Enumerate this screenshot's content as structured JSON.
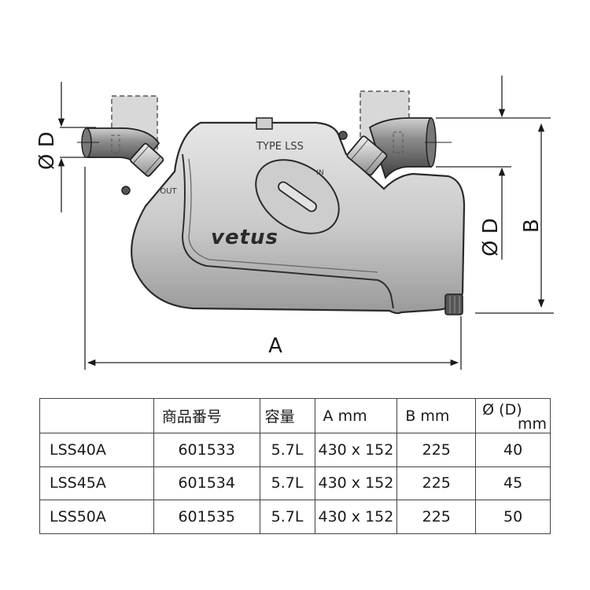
{
  "drawing": {
    "type_label": "TYPE LSS",
    "brand": "vetus",
    "port_in": "IN",
    "port_out": "OUT",
    "dim_a": "A",
    "dim_b": "B",
    "dim_d_left": "Ø D",
    "dim_d_right": "Ø D"
  },
  "table": {
    "headers": {
      "model": "",
      "part_number": "商品番号",
      "capacity": "容量",
      "a_mm": "A mm",
      "b_mm": "B mm",
      "d_line1": "Ø (D)",
      "d_line2": "mm"
    },
    "rows": [
      {
        "model": "LSS40A",
        "part_number": "601533",
        "capacity": "5.7L",
        "a_mm": "430 x 152",
        "b_mm": "225",
        "d": "40"
      },
      {
        "model": "LSS45A",
        "part_number": "601534",
        "capacity": "5.7L",
        "a_mm": "430 x 152",
        "b_mm": "225",
        "d": "45"
      },
      {
        "model": "LSS50A",
        "part_number": "601535",
        "capacity": "5.7L",
        "a_mm": "430 x 152",
        "b_mm": "225",
        "d": "50"
      }
    ]
  }
}
